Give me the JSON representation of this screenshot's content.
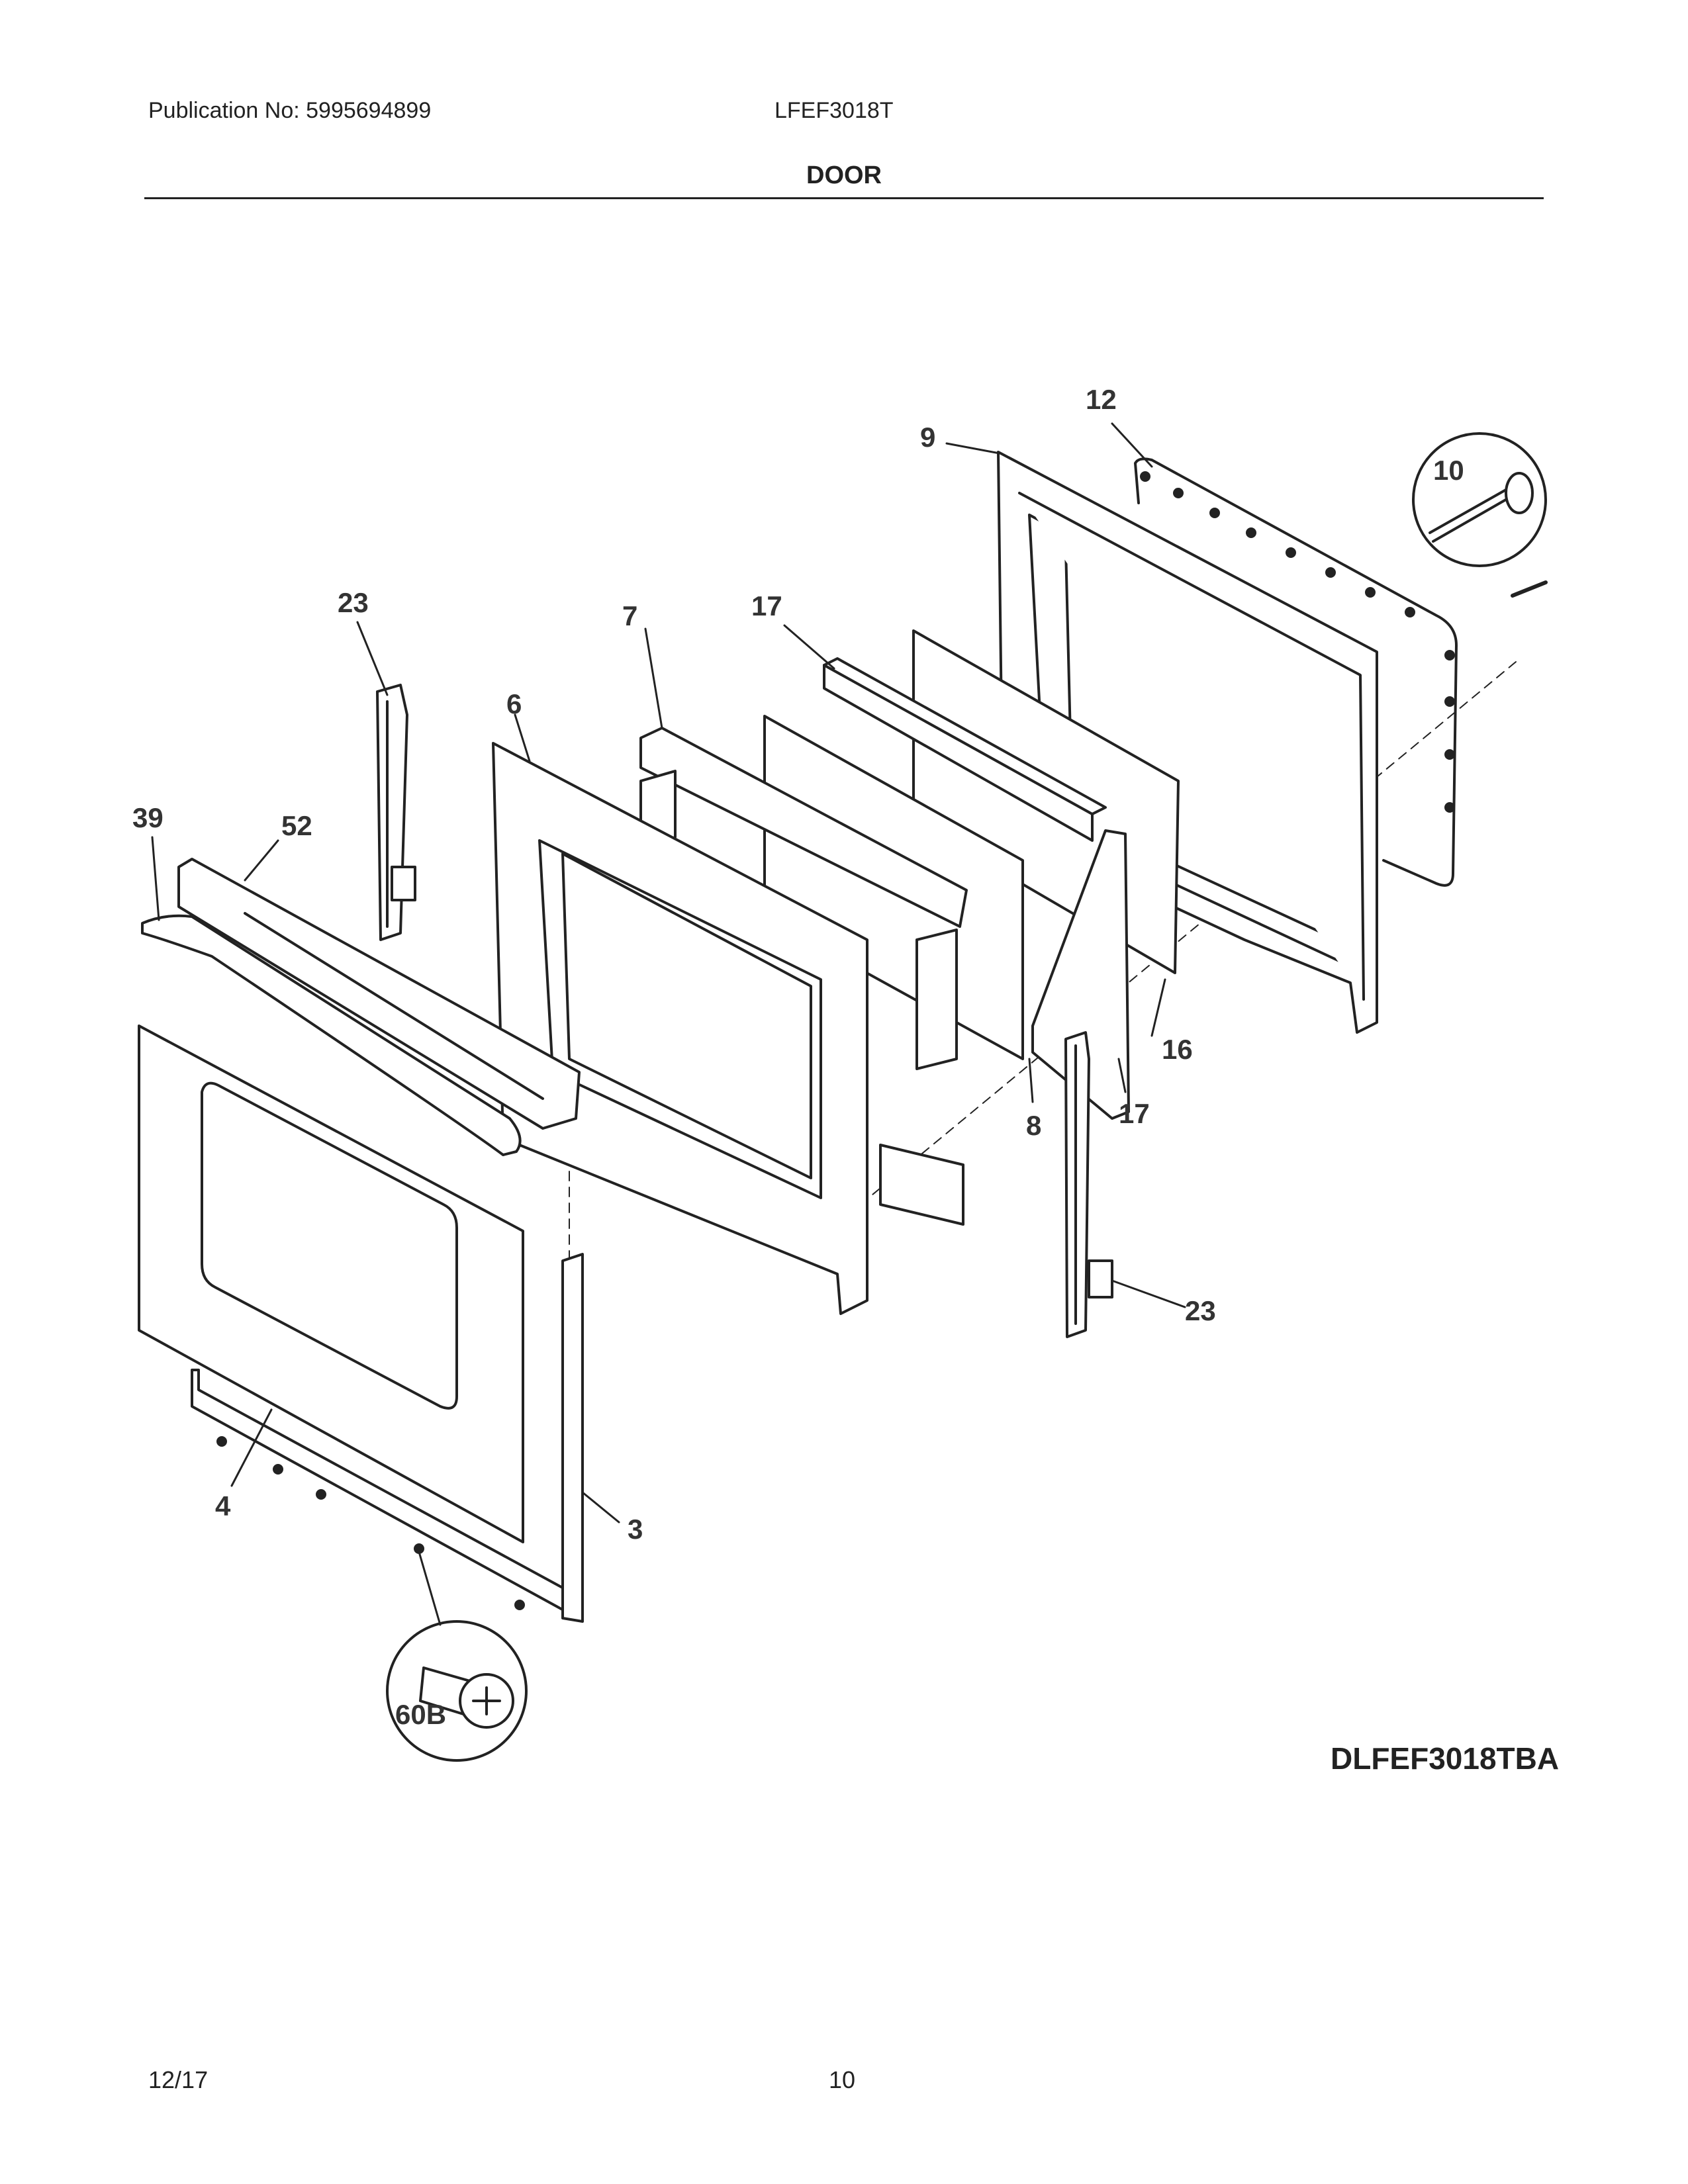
{
  "header": {
    "publication": "Publication No: 5995694899",
    "model": "LFEF3018T",
    "section": "DOOR"
  },
  "diagram": {
    "code": "DLFEF3018TBA",
    "callouts": {
      "p12": "12",
      "p9": "9",
      "p10": "10",
      "p23a": "23",
      "p7": "7",
      "p17a": "17",
      "p6": "6",
      "p39": "39",
      "p52": "52",
      "p16": "16",
      "p17b": "17",
      "p8": "8",
      "p23b": "23",
      "p4": "4",
      "p3": "3",
      "p60b": "60B"
    }
  },
  "footer": {
    "date": "12/17",
    "page": "10"
  }
}
